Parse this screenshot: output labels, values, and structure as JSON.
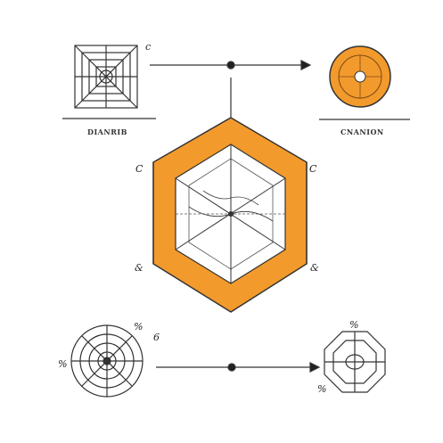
{
  "captions": {
    "top_left": "DIANRIB",
    "top_right": "CNANION"
  },
  "marks": {
    "top_left_square": "c",
    "hex_top_left": "C",
    "hex_top_right": "C",
    "hex_bottom_left": "&",
    "hex_bottom_right": "&",
    "bottom_left_top": "%",
    "bottom_left_right": "6",
    "bottom_left_left": "%",
    "bottom_right_top": "%",
    "bottom_right_left": "%"
  },
  "colors": {
    "accent": "#f39a2d",
    "accent_light": "#f6b25a",
    "ink": "#333333",
    "background": "#ffffff"
  }
}
